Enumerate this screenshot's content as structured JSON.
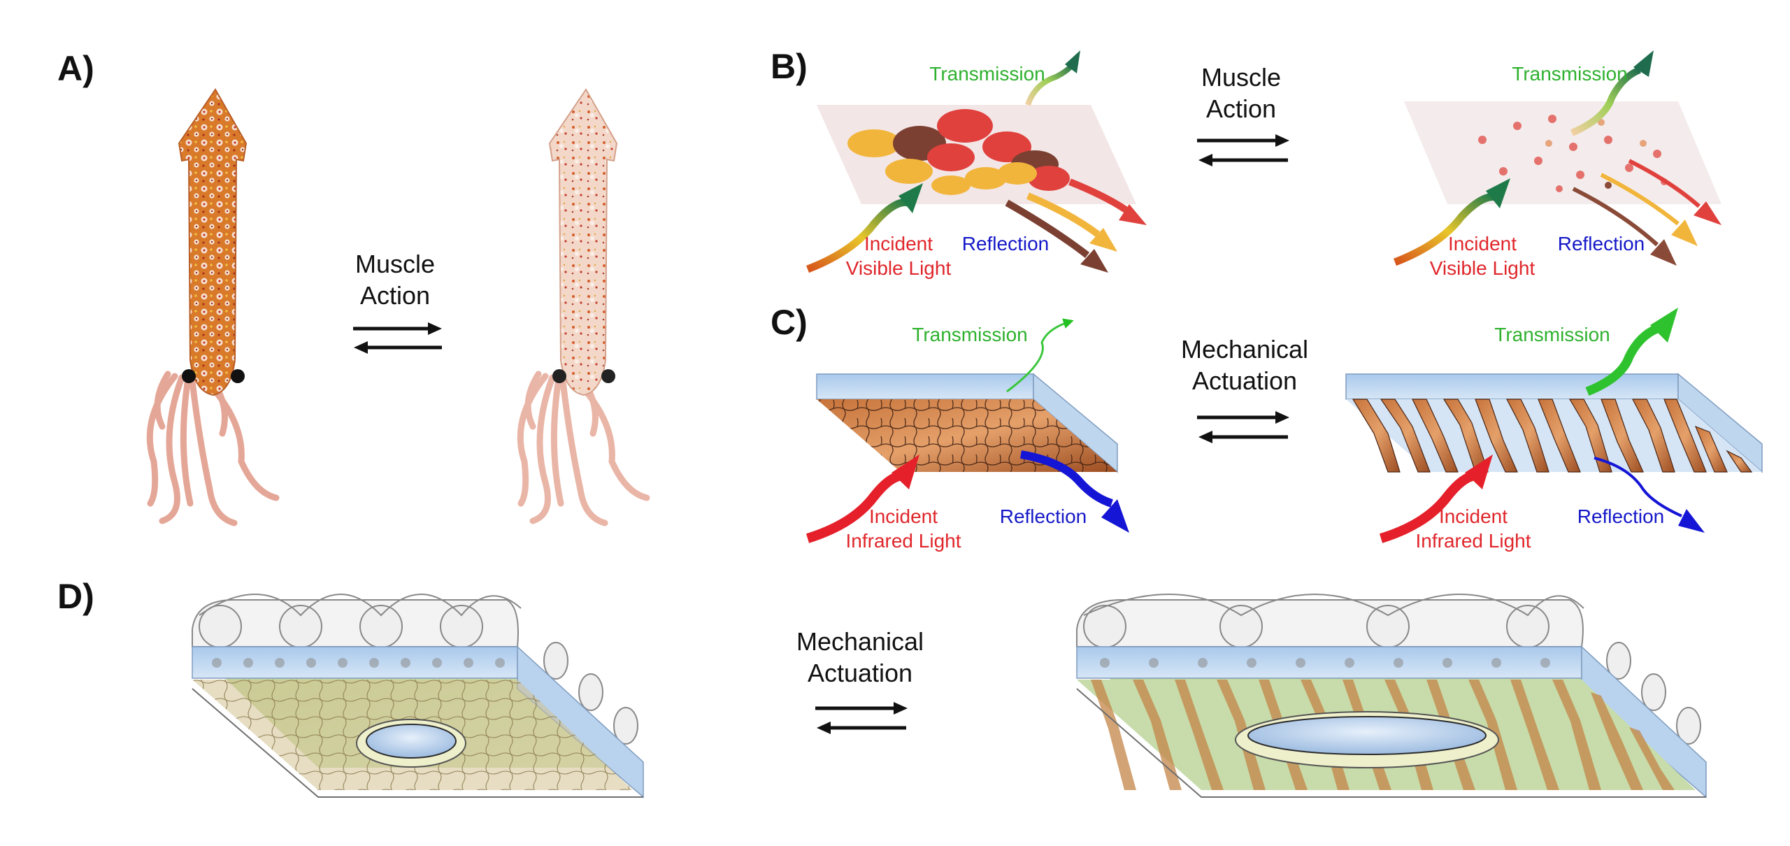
{
  "panels": {
    "a": {
      "label": "A)",
      "action": [
        "Muscle",
        "Action"
      ]
    },
    "b": {
      "label": "B)",
      "action": [
        "Muscle",
        "Action"
      ],
      "left": {
        "transmission": "Transmission",
        "incident": [
          "Incident",
          "Visible Light"
        ],
        "reflection": "Reflection"
      },
      "right": {
        "transmission": "Transmission",
        "incident": [
          "Incident",
          "Visible Light"
        ],
        "reflection": "Reflection"
      }
    },
    "c": {
      "label": "C)",
      "action": [
        "Mechanical",
        "Actuation"
      ],
      "left": {
        "transmission": "Transmission",
        "incident": [
          "Incident",
          "Infrared Light"
        ],
        "reflection": "Reflection"
      },
      "right": {
        "transmission": "Transmission",
        "incident": [
          "Incident",
          "Infrared Light"
        ],
        "reflection": "Reflection"
      }
    },
    "d": {
      "label": "D)",
      "action": [
        "Mechanical",
        "Actuation"
      ]
    }
  },
  "colors": {
    "transmission": "#2fb12f",
    "incident": "#e0262b",
    "reflection": "#1518c8",
    "squid_body": "#d9792a",
    "squid_light": "#f2cdbd",
    "tentacle": "#e9b1a3",
    "film": "#bcd6ee",
    "sheet_brown": "#b4602c",
    "sheet_green": "#c3d8a0"
  }
}
